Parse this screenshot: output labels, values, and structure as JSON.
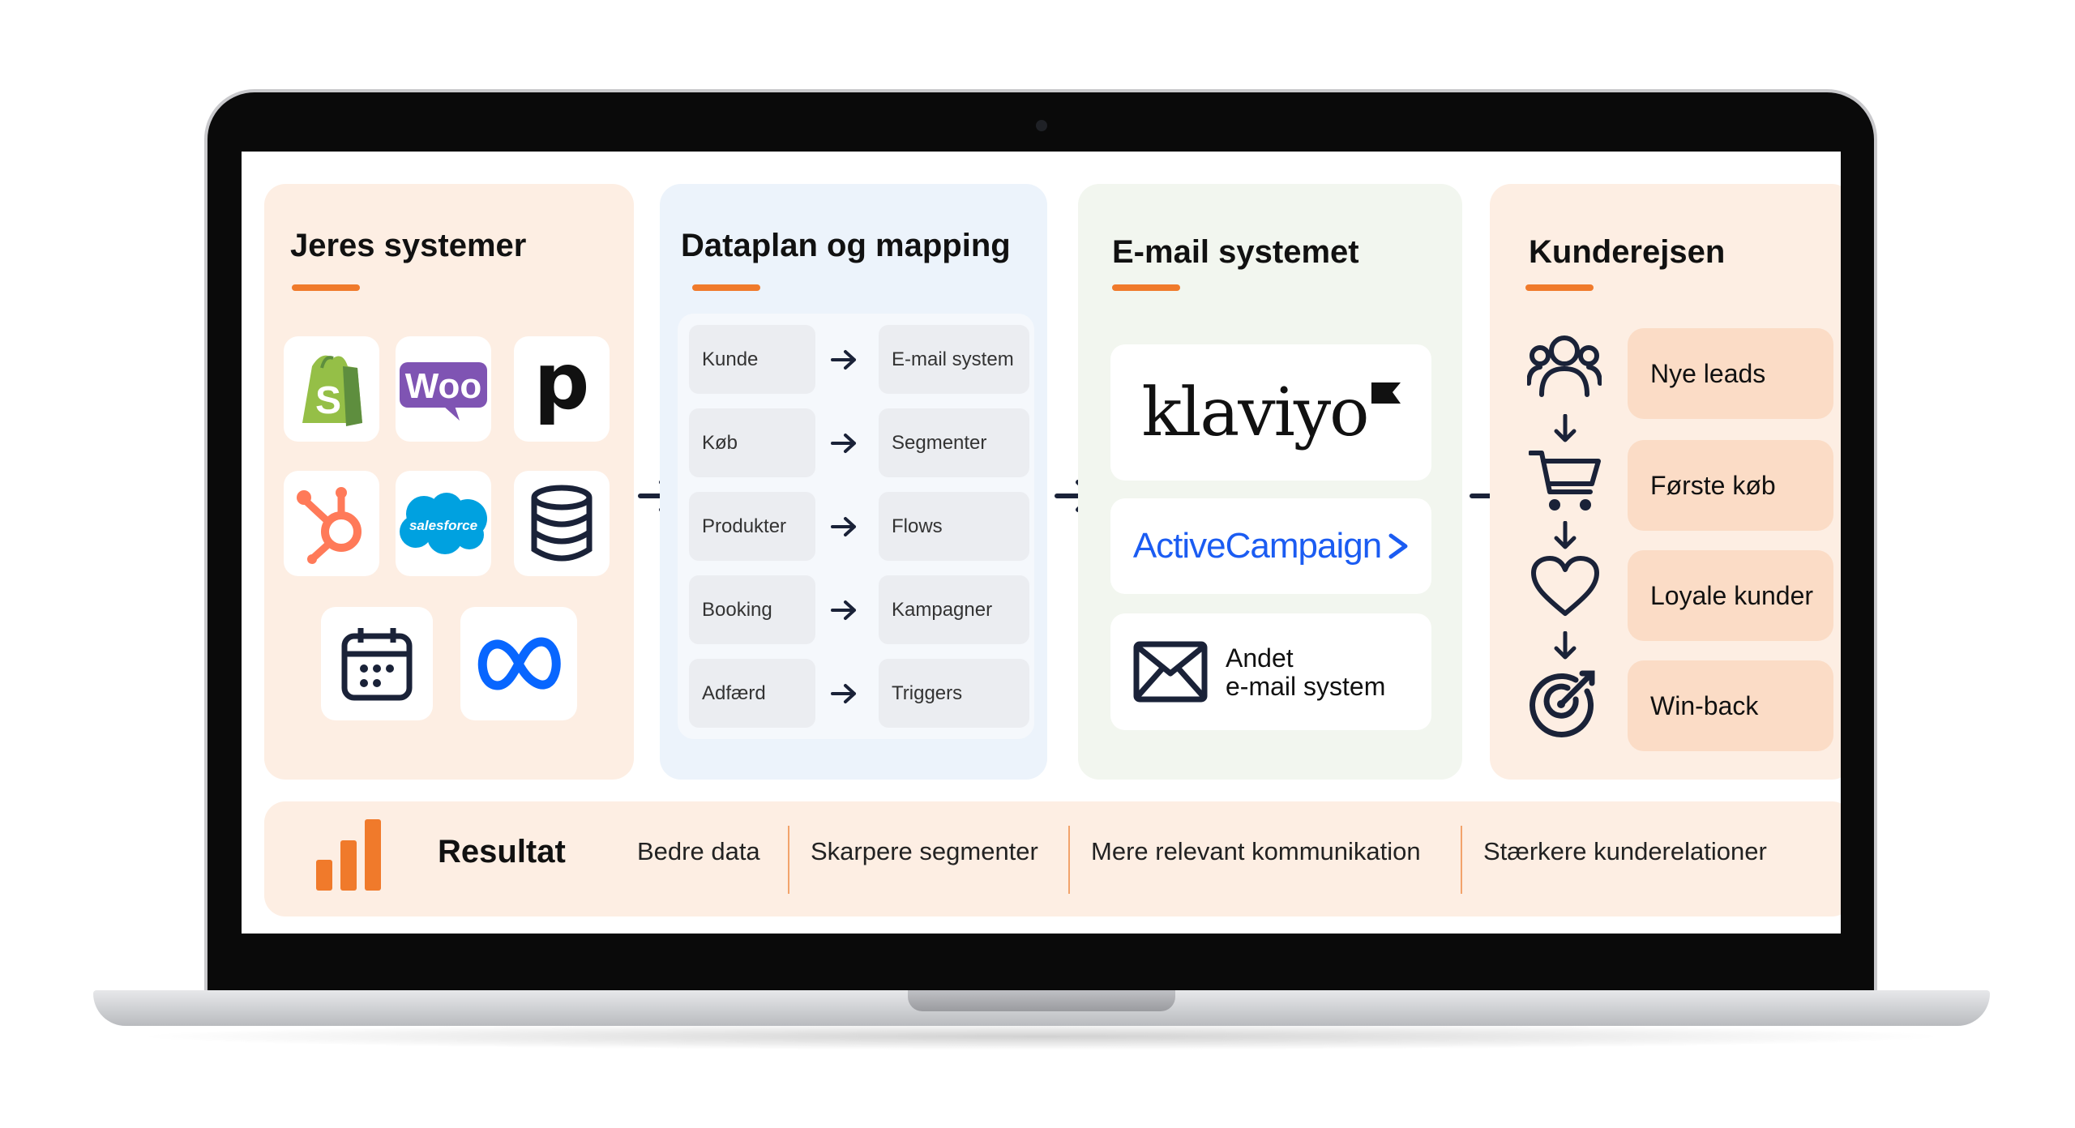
{
  "systems": {
    "title": "Jeres systemer",
    "logos": [
      "shopify-logo",
      "woocommerce-logo",
      "p-logo",
      "hubspot-logo",
      "salesforce-logo",
      "database-icon",
      "calendar-icon",
      "meta-logo"
    ],
    "woo_text": "Woo",
    "p_text": "p",
    "salesforce_text": "salesforce"
  },
  "mapping": {
    "title": "Dataplan og mapping",
    "rows": [
      {
        "from": "Kunde",
        "to": "E-mail system"
      },
      {
        "from": "Køb",
        "to": "Segmenter"
      },
      {
        "from": "Produkter",
        "to": "Flows"
      },
      {
        "from": "Booking",
        "to": "Kampagner"
      },
      {
        "from": "Adfærd",
        "to": "Triggers"
      }
    ]
  },
  "email": {
    "title": "E-mail systemet",
    "klaviyo": "klaviyo",
    "activecampaign": "ActiveCampaign",
    "other_line1": "Andet",
    "other_line2": "e-mail system"
  },
  "journey": {
    "title": "Kunderejsen",
    "stages": [
      {
        "label": "Nye leads",
        "icon": "users-icon"
      },
      {
        "label": "Første køb",
        "icon": "cart-icon"
      },
      {
        "label": "Loyale kunder",
        "icon": "heart-icon"
      },
      {
        "label": "Win-back",
        "icon": "target-icon"
      }
    ]
  },
  "result": {
    "title": "Resultat",
    "items": [
      "Bedre data",
      "Skarpere segmenter",
      "Mere relevant kommunikation",
      "Stærkere kunderelationer"
    ]
  },
  "colors": {
    "accent": "#f07a2b",
    "navy": "#1a2238",
    "peach_panel": "#fdeee3",
    "blue_panel": "#ecf3fb",
    "green_panel": "#f2f6ef",
    "stage_fill": "#fbdcc6",
    "activecampaign_blue": "#1b5cf2",
    "meta_blue": "#0866ff",
    "woo_purple": "#7f54b3",
    "hubspot_orange": "#ff7a59",
    "salesforce_blue": "#00a1e0",
    "shopify_green": "#95bf47"
  }
}
